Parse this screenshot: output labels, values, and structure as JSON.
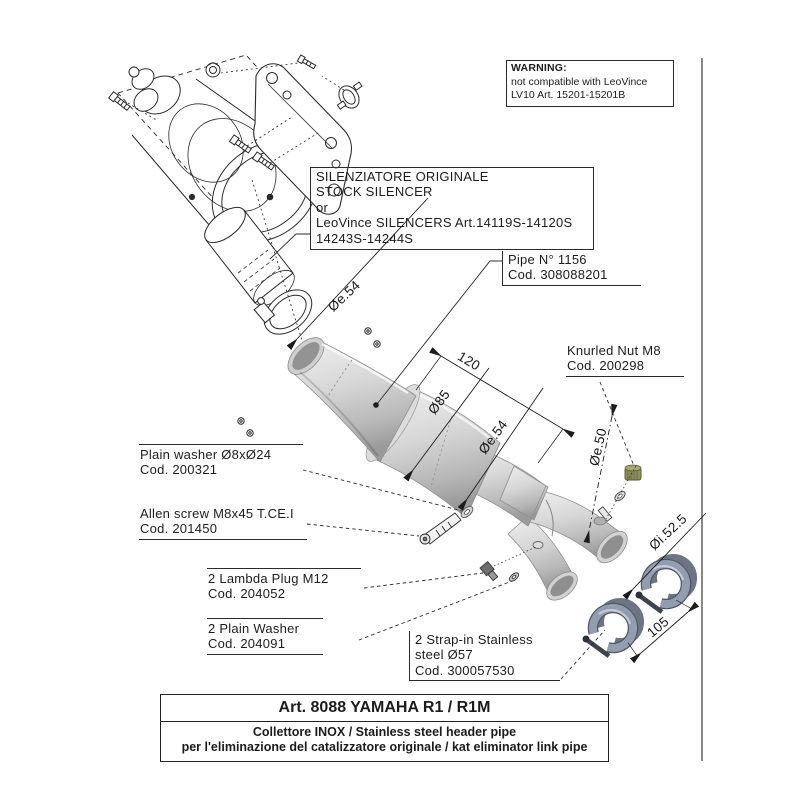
{
  "warning": {
    "title": "WARNING:",
    "line1": "not compatible with LeoVince",
    "line2": "LV10 Art. 15201-15201B"
  },
  "callouts": {
    "silencer": {
      "line1": "SILENZIATORE ORIGINALE",
      "line2": "STOCK SILENCER",
      "line3": "or",
      "line4": "LeoVince SILENCERS Art.14119S-14120S",
      "line5": "14243S-14244S"
    },
    "pipe": {
      "line1": "Pipe N° 1156",
      "line2": "Cod. 308088201"
    },
    "knurled_nut": {
      "line1": "Knurled Nut M8",
      "line2": "Cod. 200298"
    },
    "plain_washer": {
      "line1": "Plain washer Ø8xØ24",
      "line2": "Cod. 200321"
    },
    "allen_screw": {
      "line1": "Allen screw M8x45 T.CE.I",
      "line2": "Cod. 201450"
    },
    "lambda_plug": {
      "line1": "2 Lambda Plug M12",
      "line2": "Cod. 204052"
    },
    "plain_washer_2": {
      "line1": "2 Plain Washer",
      "line2": "Cod. 204091"
    },
    "strap_clamp": {
      "line1": "2 Strap-in Stainless",
      "line2": "steel Ø57",
      "line3": "Cod. 300057530"
    }
  },
  "dimensions": {
    "inlet_od": "Øe.54",
    "length_120": "120",
    "chamber_od": "Ø85",
    "mid_od": "Øe.54",
    "outlet_od": "Øe.50",
    "clamp_id": "Øi.52.5",
    "span_105": "105"
  },
  "title_block": {
    "art": "Art. 8088 YAMAHA R1 / R1M",
    "subtitle_line1": "Collettore INOX / Stainless steel header pipe",
    "subtitle_line2": "per l'eliminazione del catalizzatore originale / kat eliminator link pipe"
  },
  "colors": {
    "line": "#2b2b2b",
    "pipe_light": "#efefef",
    "pipe_dark": "#9c9c9c",
    "clamp_steel": "#939db0",
    "nut_olive": "#8f8f5a"
  }
}
